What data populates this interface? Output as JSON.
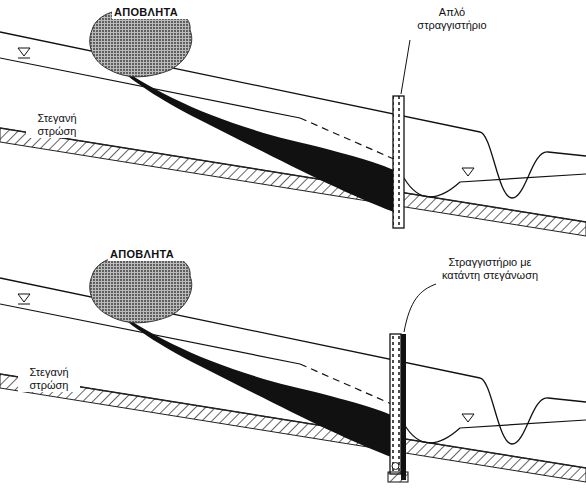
{
  "diagram": {
    "labels": [
      "ΑΠΟΒΛΗΤΑ",
      "Απλό στραγγιστήριο",
      "Στεγανή στρώση",
      "ΑΠΟΒΛΗΤΑ",
      "Στραγγιστήριο με κατάντη στεγάνωση",
      "Στεγανή στρώση"
    ]
  }
}
